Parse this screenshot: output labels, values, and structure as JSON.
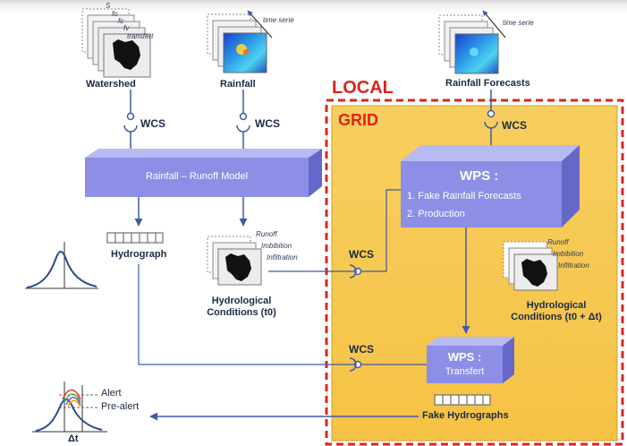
{
  "labels": {
    "local": "LOCAL",
    "grid": "GRID",
    "watershed": "Watershed",
    "rainfall": "Rainfall",
    "rainfall_forecasts": "Rainfall Forecasts",
    "time_serie_1": "time serie",
    "time_serie_2": "time serie",
    "hydrograph": "Hydrograph",
    "hydro_t0_line1": "Hydrological",
    "hydro_t0_line2": "Conditions (t0)",
    "hydro_dt_line1": "Hydrological",
    "hydro_dt_line2": "Conditions (t0 + Δt)",
    "fake_hydrographs": "Fake Hydrographs",
    "alert": "Alert",
    "pre_alert": "Pre-alert",
    "delta_t": "Δt",
    "wcs_1": "WCS",
    "wcs_2": "WCS",
    "wcs_3": "WCS",
    "wcs_4": "WCS",
    "wcs_5": "WCS"
  },
  "watershed_layers": [
    "S",
    "fo",
    "fc",
    "fv",
    "transfert"
  ],
  "conditions_t0": [
    "Runoff",
    "Imbibition",
    "Infiltration"
  ],
  "conditions_dt": [
    "Runoff",
    "Imbibition",
    "Infiltration"
  ],
  "model": {
    "title": "Rainfall – Runoff Model"
  },
  "wps_main": {
    "title": "WPS :",
    "item1": "1.   Fake Rainfall Forecasts",
    "item2": "2.   Production"
  },
  "wps_transfert": {
    "title": "WPS :",
    "subtitle": "Transfert"
  },
  "colors": {
    "grid_fill": "#f8c94e",
    "local_border": "#d9261c",
    "box_front": "#8d8fe6",
    "box_top": "#b8baf2",
    "box_side": "#6568c9",
    "arrow": "#3f5ba8",
    "label_red": "#d9261c"
  }
}
